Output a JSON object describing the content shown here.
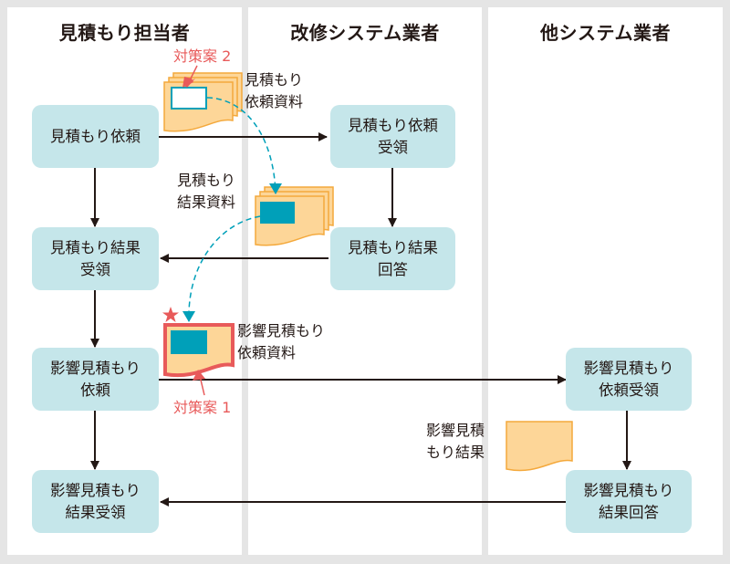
{
  "lanes": [
    {
      "title": "見積もり担当者"
    },
    {
      "title": "改修システム業者"
    },
    {
      "title": "他システム業者"
    }
  ],
  "process_boxes": {
    "estimate_request": "見積もり依頼",
    "estimate_request_receipt": "見積もり依頼\n受領",
    "estimate_result_receipt": "見積もり結果\n受領",
    "estimate_result_answer": "見積もり結果\n回答",
    "impact_estimate_request": "影響見積もり\n依頼",
    "impact_estimate_request_receipt": "影響見積もり\n依頼受領",
    "impact_estimate_result_receipt": "影響見積もり\n結果受領",
    "impact_estimate_result_answer": "影響見積もり\n結果回答"
  },
  "documents": {
    "estimate_request_doc": "見積もり\n依頼資料",
    "estimate_result_doc": "見積もり\n結果資料",
    "impact_estimate_request_doc": "影響見積もり\n依頼資料",
    "impact_estimate_result_doc": "影響見積\nもり結果"
  },
  "annotations": {
    "countermeasure_2": "対策案 2",
    "countermeasure_1": "対策案 1"
  },
  "colors": {
    "box_fill": "#c5e6ea",
    "doc_fill": "#fdd698",
    "doc_stroke": "#f4a93c",
    "teal": "#00a0b9",
    "highlight_red": "#e85a5a",
    "arrow": "#231815",
    "lane_bg": "#ffffff",
    "divider": "#e5e5e5"
  }
}
